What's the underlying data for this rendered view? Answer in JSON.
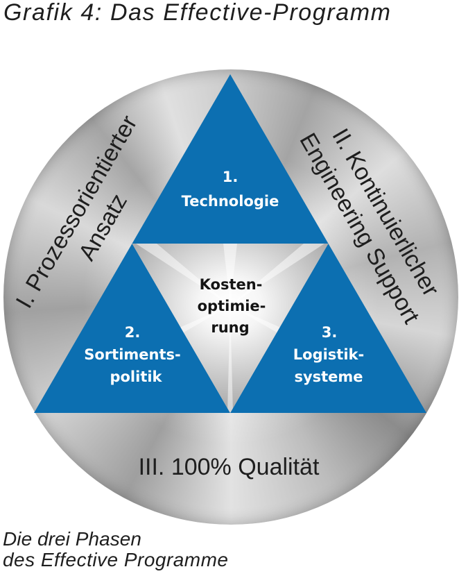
{
  "title": "Grafik 4: Das Effective-Programm",
  "diagram": {
    "phases": [
      {
        "lines": [
          "I. Prozessorientierter",
          "Ansatz"
        ]
      },
      {
        "lines": [
          "II. Kontinuierlicher",
          "Engineering Support"
        ]
      },
      {
        "lines": [
          "III. 100% Qualität"
        ]
      }
    ],
    "segments": [
      {
        "number": "1.",
        "lines": [
          "Technologie"
        ]
      },
      {
        "number": "2.",
        "lines": [
          "Sortiments-",
          "politik"
        ]
      },
      {
        "number": "3.",
        "lines": [
          "Logistik-",
          "systeme"
        ]
      }
    ],
    "center": {
      "lines": [
        "Kosten-",
        "optimie-",
        "rung"
      ]
    }
  },
  "caption": {
    "lines": [
      "Die drei Phasen",
      "des Effective Programme"
    ]
  },
  "colors": {
    "segment_fill": "#0c6fb1",
    "segment_label": "#ffffff",
    "center_label": "#141414",
    "text": "#1e1e1e"
  }
}
